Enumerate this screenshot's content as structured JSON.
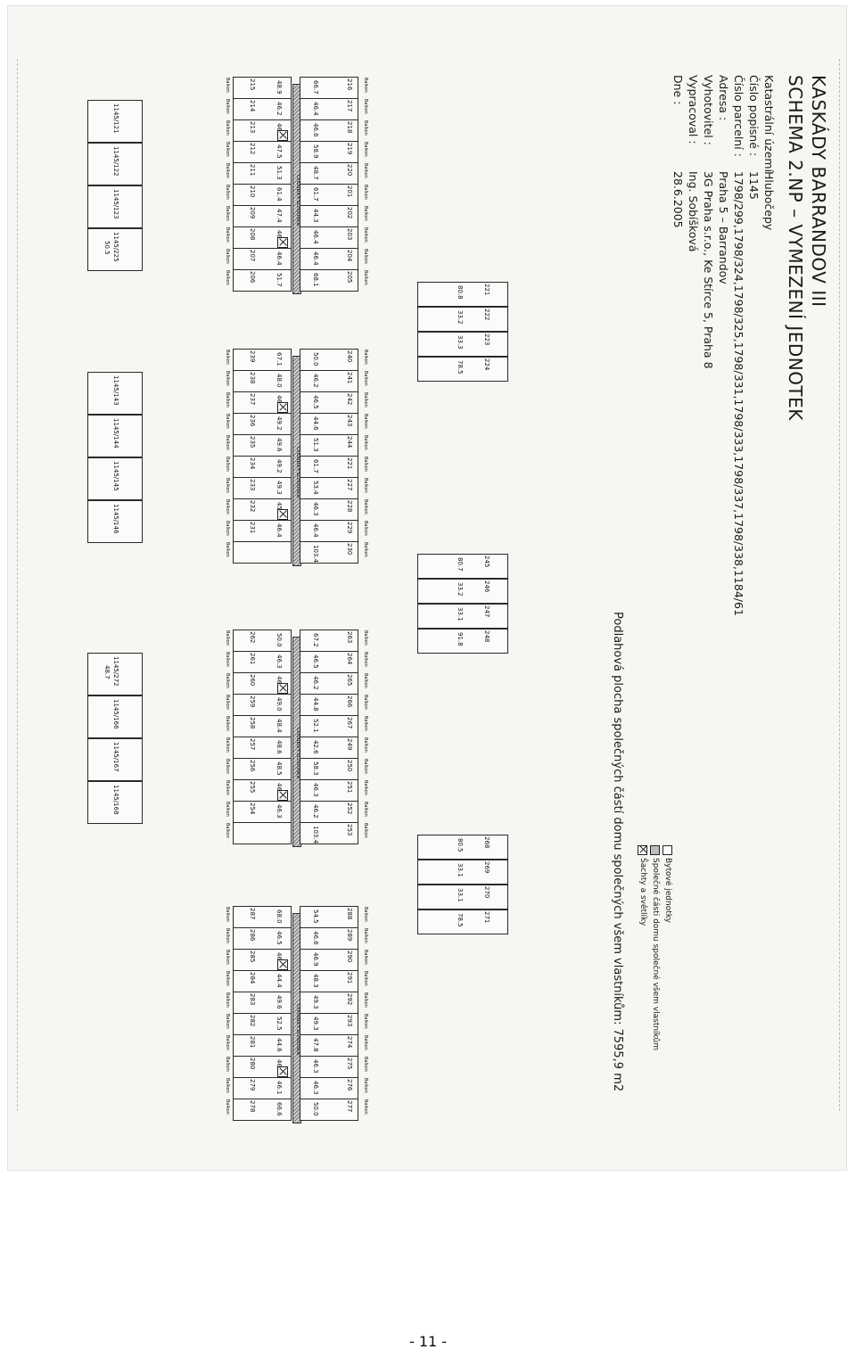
{
  "header": {
    "title_line1": "KASKÁDY BARRANDOV III",
    "title_line2": "SCHEMA 2.NP – VYMEZENÍ JEDNOTEK"
  },
  "info": [
    {
      "label": "Katastrální území :",
      "value": "Hlubočepy"
    },
    {
      "label": "Číslo popisné :",
      "value": "1145"
    },
    {
      "label": "Číslo parcelní :",
      "value": "1798/299,1798/324,1798/325,1798/331,1798/333,1798/337,1798/338,1184/61"
    },
    {
      "label": "Adresa :",
      "value": "Praha 5 – Barrandov"
    },
    {
      "label": "Vyhotovitel :",
      "value": "3G Praha s.r.o., Ke Stírce 5, Praha 8"
    },
    {
      "label": "Vypracoval :",
      "value": "Ing. Sobíšková"
    },
    {
      "label": "Dne :",
      "value": "28.6.2005"
    }
  ],
  "legend": [
    {
      "label": "Bytové jednotky",
      "swatch": "#ffffff"
    },
    {
      "label": "Společné části domu společné všem vlastníkům",
      "swatch": "#bdbdbd"
    },
    {
      "label": "Šachty a světlíky",
      "swatch": "#ffffff"
    }
  ],
  "common_area_note": "Podlahová plocha společných částí domu společných všem vlastníkům:  7595,9 m2",
  "corridor_label": "Chodba+Schodiště",
  "balcony_label": "Balkon",
  "blocks": [
    {
      "top": [
        {
          "id": "1145/216",
          "area": "66.7"
        },
        {
          "id": "1145/217",
          "area": "46.4"
        },
        {
          "id": "1145/218",
          "area": "46.6"
        },
        {
          "id": "1145/219",
          "area": "58.9"
        },
        {
          "id": "1145/220",
          "area": "48.7"
        },
        {
          "id": "1145/201",
          "area": "61.7"
        },
        {
          "id": "1145/202",
          "area": "44.3"
        },
        {
          "id": "1145/203",
          "area": "46.4"
        },
        {
          "id": "1145/204",
          "area": "46.4"
        },
        {
          "id": "1145/205",
          "area": "68.1"
        }
      ],
      "bottom": [
        {
          "id": "1145/215",
          "area": "48.9"
        },
        {
          "id": "1145/214",
          "area": "46.2"
        },
        {
          "id": "1145/213",
          "area": "46.3"
        },
        {
          "id": "1145/212",
          "area": "47.5"
        },
        {
          "id": "1145/211",
          "area": "51.3"
        },
        {
          "id": "1145/210",
          "area": "61.4"
        },
        {
          "id": "1145/209",
          "area": "47.4"
        },
        {
          "id": "1145/208",
          "area": "46.2"
        },
        {
          "id": "1145/207",
          "area": "46.4"
        },
        {
          "id": "1145/206",
          "area": "51.7"
        }
      ],
      "storage": [
        {
          "id": "1145/121",
          "area": ""
        },
        {
          "id": "1145/122",
          "area": ""
        },
        {
          "id": "1145/123",
          "area": ""
        },
        {
          "id": "1145/225",
          "area": "50.5"
        }
      ],
      "small": [
        {
          "id": "1145/221",
          "area": "80.8"
        },
        {
          "id": "1145/222",
          "area": "33.2"
        },
        {
          "id": "1145/223",
          "area": "33.3"
        },
        {
          "id": "1145/224",
          "area": "78.5"
        }
      ]
    },
    {
      "top": [
        {
          "id": "1145/240",
          "area": "50.0"
        },
        {
          "id": "1145/241",
          "area": "46.2"
        },
        {
          "id": "1145/242",
          "area": "46.5"
        },
        {
          "id": "1145/243",
          "area": "44.6"
        },
        {
          "id": "1145/244",
          "area": "51.3"
        },
        {
          "id": "1145/221",
          "area": "61.7"
        },
        {
          "id": "1145/227",
          "area": "53.4"
        },
        {
          "id": "1145/228",
          "area": "46.3"
        },
        {
          "id": "1145/229",
          "area": "46.4"
        },
        {
          "id": "1145/230",
          "area": "103.4"
        }
      ],
      "bottom": [
        {
          "id": "1145/239",
          "area": "67.1"
        },
        {
          "id": "1145/238",
          "area": "48.0"
        },
        {
          "id": "1145/237",
          "area": "46.3"
        },
        {
          "id": "1145/236",
          "area": "49.2"
        },
        {
          "id": "1145/235",
          "area": "49.6"
        },
        {
          "id": "1145/234",
          "area": "49.2"
        },
        {
          "id": "1145/233",
          "area": "49.3"
        },
        {
          "id": "1145/232",
          "area": "45.9"
        },
        {
          "id": "1145/231",
          "area": "46.4"
        },
        {
          "id": "",
          "area": ""
        }
      ],
      "storage": [
        {
          "id": "1145/143",
          "area": ""
        },
        {
          "id": "1145/144",
          "area": ""
        },
        {
          "id": "1145/145",
          "area": ""
        },
        {
          "id": "1145/146",
          "area": ""
        }
      ],
      "small": [
        {
          "id": "1145/245",
          "area": "80.7"
        },
        {
          "id": "1145/246",
          "area": "33.2"
        },
        {
          "id": "1145/247",
          "area": "33.1"
        },
        {
          "id": "1145/248",
          "area": "91.8"
        }
      ]
    },
    {
      "top": [
        {
          "id": "1145/263",
          "area": "67.2"
        },
        {
          "id": "1145/264",
          "area": "46.5"
        },
        {
          "id": "1145/265",
          "area": "46.2"
        },
        {
          "id": "1145/266",
          "area": "44.8"
        },
        {
          "id": "1145/267",
          "area": "52.1"
        },
        {
          "id": "1145/249",
          "area": "42.6"
        },
        {
          "id": "1145/250",
          "area": "58.3"
        },
        {
          "id": "1145/251",
          "area": "46.3"
        },
        {
          "id": "1145/252",
          "area": "46.2"
        },
        {
          "id": "1145/253",
          "area": "103.4"
        }
      ],
      "bottom": [
        {
          "id": "1145/262",
          "area": "50.0"
        },
        {
          "id": "1145/261",
          "area": "46.3"
        },
        {
          "id": "1145/260",
          "area": "46.0"
        },
        {
          "id": "1145/259",
          "area": "49.0"
        },
        {
          "id": "1145/258",
          "area": "48.4"
        },
        {
          "id": "1145/257",
          "area": "48.6"
        },
        {
          "id": "1145/256",
          "area": "48.5"
        },
        {
          "id": "1145/255",
          "area": "46.4"
        },
        {
          "id": "1145/254",
          "area": "46.3"
        },
        {
          "id": "",
          "area": ""
        }
      ],
      "storage": [
        {
          "id": "1145/272",
          "area": "48.7"
        },
        {
          "id": "1145/166",
          "area": ""
        },
        {
          "id": "1145/167",
          "area": ""
        },
        {
          "id": "1145/168",
          "area": ""
        }
      ],
      "small": [
        {
          "id": "1145/268",
          "area": "80.5"
        },
        {
          "id": "1145/269",
          "area": "33.1"
        },
        {
          "id": "1145/270",
          "area": "33.1"
        },
        {
          "id": "1145/271",
          "area": "78.5"
        }
      ]
    },
    {
      "top": [
        {
          "id": "1145/288",
          "area": "54.5"
        },
        {
          "id": "1145/289",
          "area": "46.6"
        },
        {
          "id": "1145/290",
          "area": "46.9"
        },
        {
          "id": "1145/291",
          "area": "48.3"
        },
        {
          "id": "1145/292",
          "area": "49.3"
        },
        {
          "id": "1145/293",
          "area": "49.3"
        },
        {
          "id": "1145/274",
          "area": "47.8"
        },
        {
          "id": "1145/275",
          "area": "46.3"
        },
        {
          "id": "1145/276",
          "area": "46.3"
        },
        {
          "id": "1145/277",
          "area": "50.0"
        }
      ],
      "bottom": [
        {
          "id": "1145/287",
          "area": "68.0"
        },
        {
          "id": "1145/286",
          "area": "46.5"
        },
        {
          "id": "1145/285",
          "area": "46.2"
        },
        {
          "id": "1145/284",
          "area": "44.4"
        },
        {
          "id": "1145/283",
          "area": "49.6"
        },
        {
          "id": "1145/282",
          "area": "52.5"
        },
        {
          "id": "1145/281",
          "area": "44.6"
        },
        {
          "id": "1145/280",
          "area": "46.3"
        },
        {
          "id": "1145/279",
          "area": "46.1"
        },
        {
          "id": "1145/278",
          "area": "66.6"
        }
      ],
      "storage": [],
      "small": []
    }
  ],
  "footer": {
    "page_number": "- 11 -"
  }
}
